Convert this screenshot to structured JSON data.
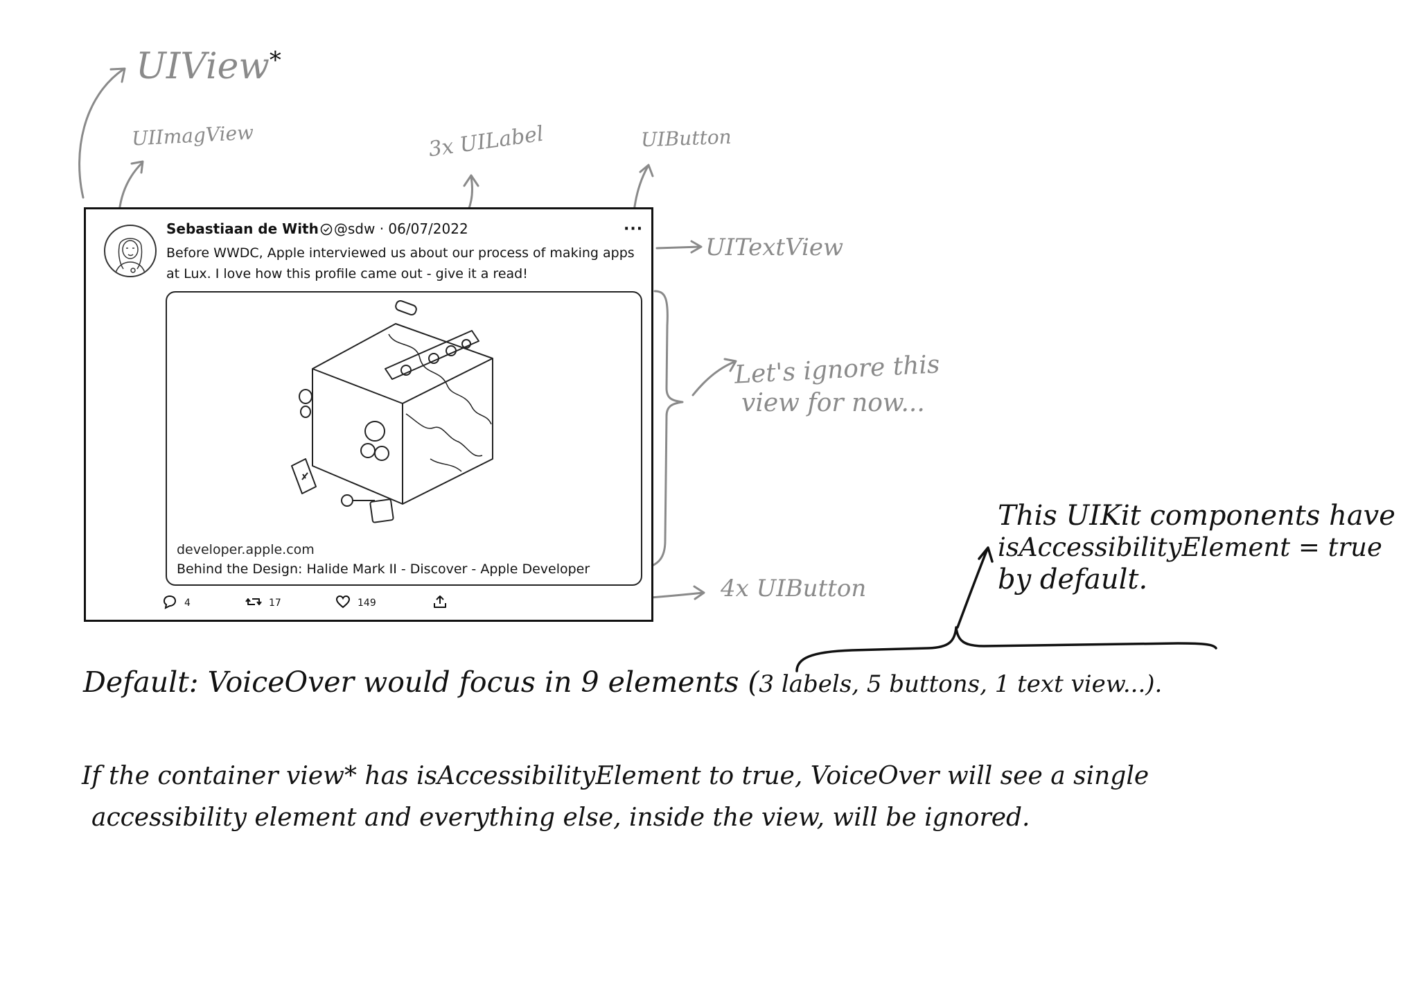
{
  "annotations": {
    "uiview": "UIView",
    "asterisk": "*",
    "uiimageview": "UIImagView",
    "uilabel": "3x UILabel",
    "uibutton": "UIButton",
    "uitextview": "UITextView",
    "ignore_line1": "Let's ignore this",
    "ignore_line2": "view for now...",
    "buttons4": "4x UIButton"
  },
  "tweet": {
    "author": "Sebastiaan de With",
    "meta": "@sdw · 06/07/2022",
    "more": "···",
    "text_line1": "Before WWDC, Apple interviewed us about our process of making apps",
    "text_line2": "at Lux. I love how this profile came out - give it a read!",
    "card": {
      "domain": "developer.apple.com",
      "title": "Behind the Design: Halide Mark II - Discover - Apple Developer"
    },
    "actions": {
      "replies": "4",
      "retweets": "17",
      "likes": "149"
    }
  },
  "notes": {
    "uikit_line1": "This UIKit components have",
    "uikit_line2": "isAccessibilityElement = true",
    "uikit_line3": "by default.",
    "default_text": "Default: VoiceOver would focus in 9 elements (",
    "default_parens": "3 labels, 5 buttons, 1 text view...).",
    "container_line1": "If the container view* has isAccessibilityElement to true, VoiceOver will see a single",
    "container_line2": "accessibility element and everything else, inside the view, will be ignored."
  }
}
